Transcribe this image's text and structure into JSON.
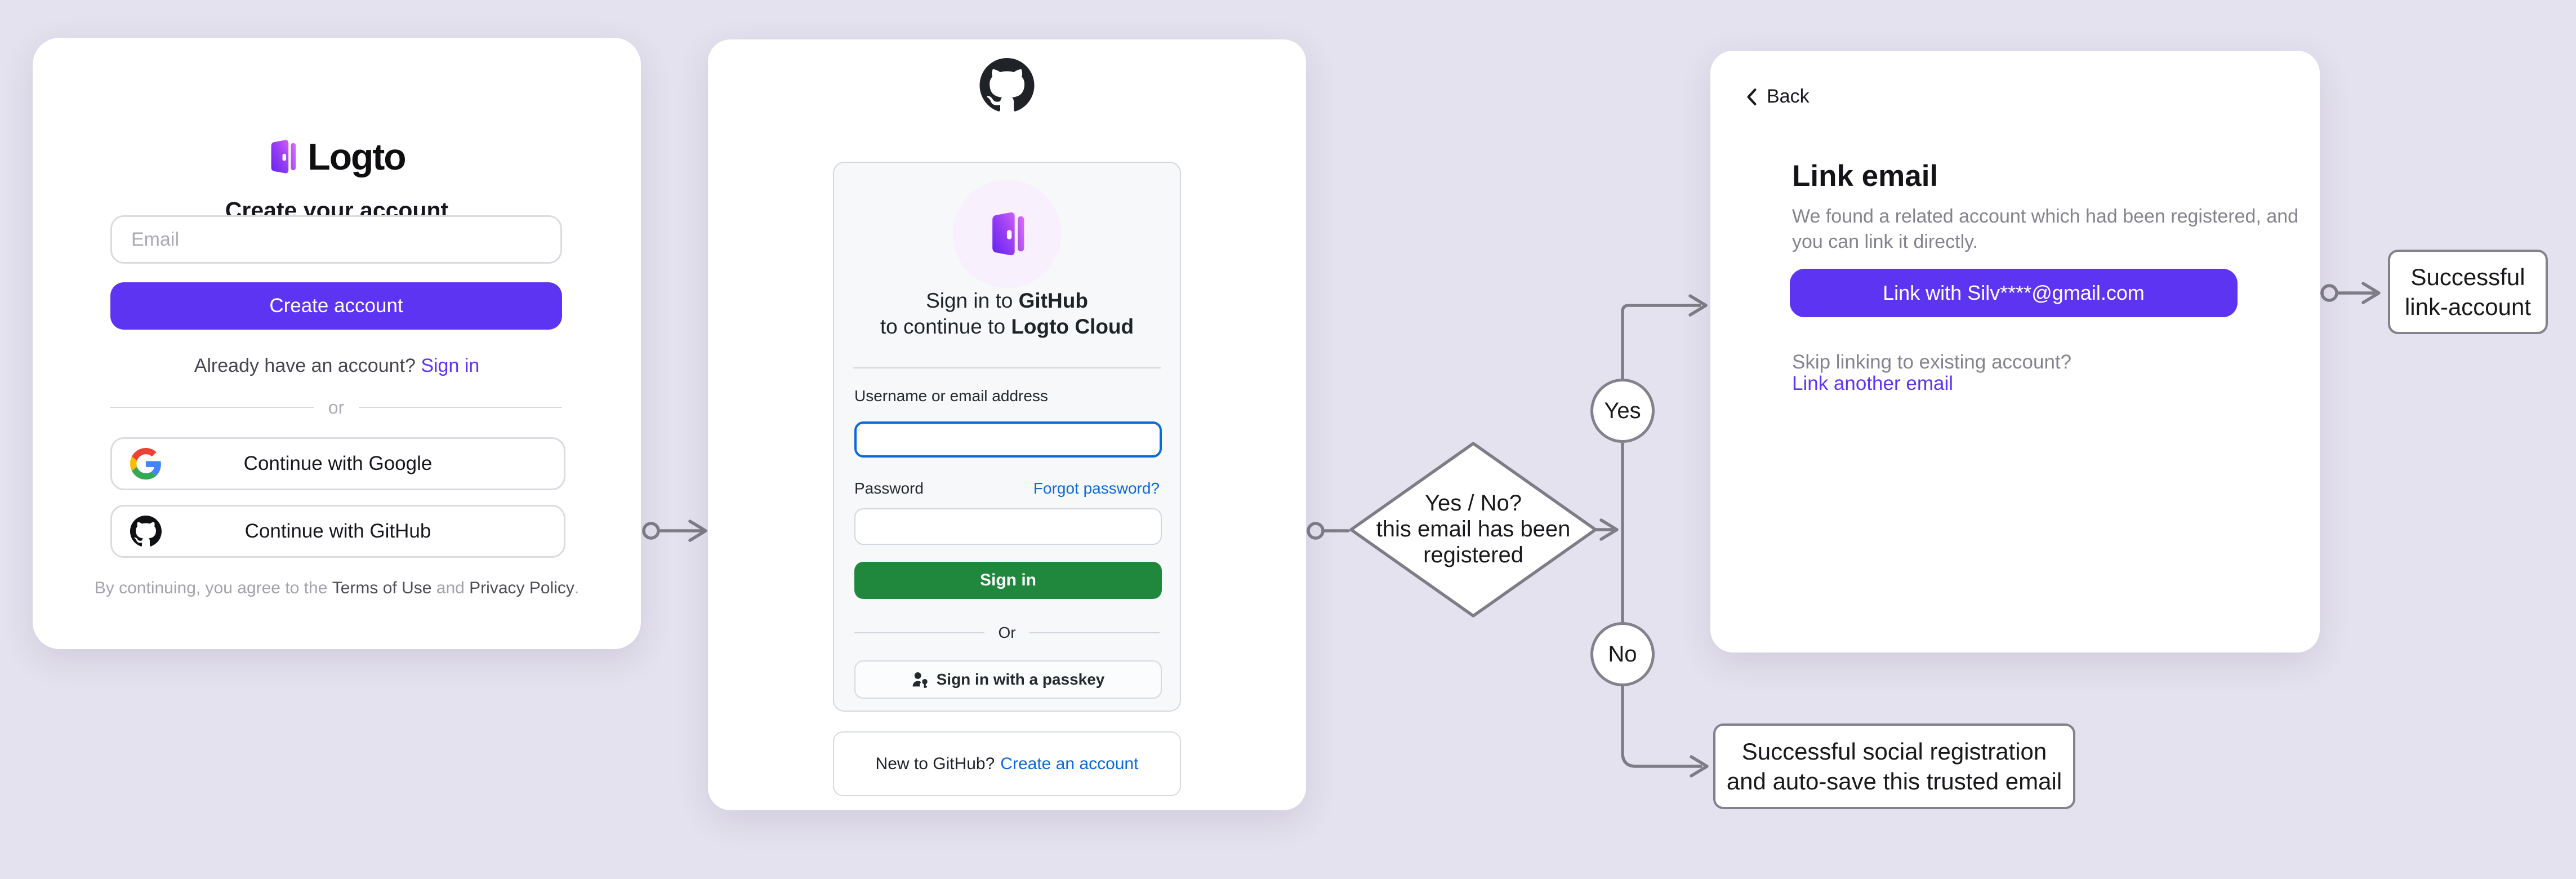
{
  "colors": {
    "accent": "#5D34F2",
    "github_green": "#1F883D",
    "github_blue": "#0B69DA",
    "background": "#E5E2EF",
    "connector": "#7E7D87"
  },
  "flow": {
    "decision": {
      "line1": "Yes / No?",
      "line2": "this email has been",
      "line3": "registered"
    },
    "yes_label": "Yes",
    "no_label": "No",
    "outcome_link": {
      "line1": "Successful",
      "line2": "link-account"
    },
    "outcome_social": {
      "line1": "Successful social registration",
      "line2": "and auto-save this trusted email"
    }
  },
  "logto_signup": {
    "brand": "Logto",
    "title": "Create your account",
    "email_placeholder": "Email",
    "create_button": "Create account",
    "signin_prompt": "Already have an account?",
    "signin_link": "Sign in",
    "divider": "or",
    "google_button": "Continue with Google",
    "github_button": "Continue with GitHub",
    "terms_prefix": "By continuing, you agree to the ",
    "terms_link": "Terms of Use",
    "terms_mid": " and ",
    "privacy_link": "Privacy Policy",
    "terms_suffix": "."
  },
  "github_signin": {
    "title_prefix": "Sign in to ",
    "title_brand": "GitHub",
    "subtitle_prefix": "to continue to ",
    "subtitle_brand": "Logto Cloud",
    "username_label": "Username or email address",
    "password_label": "Password",
    "forgot_link": "Forgot password?",
    "signin_button": "Sign in",
    "divider": "Or",
    "passkey_button": "Sign in with a passkey",
    "new_prompt": "New to GitHub?",
    "create_link": "Create an account"
  },
  "link_email": {
    "back": "Back",
    "title": "Link email",
    "desc_line1": "We found a related account which had been registered, and",
    "desc_line2": "you can link it directly.",
    "link_button": "Link with Silv****@gmail.com",
    "skip_prompt": "Skip linking to existing account?",
    "skip_link": "Link another email"
  }
}
